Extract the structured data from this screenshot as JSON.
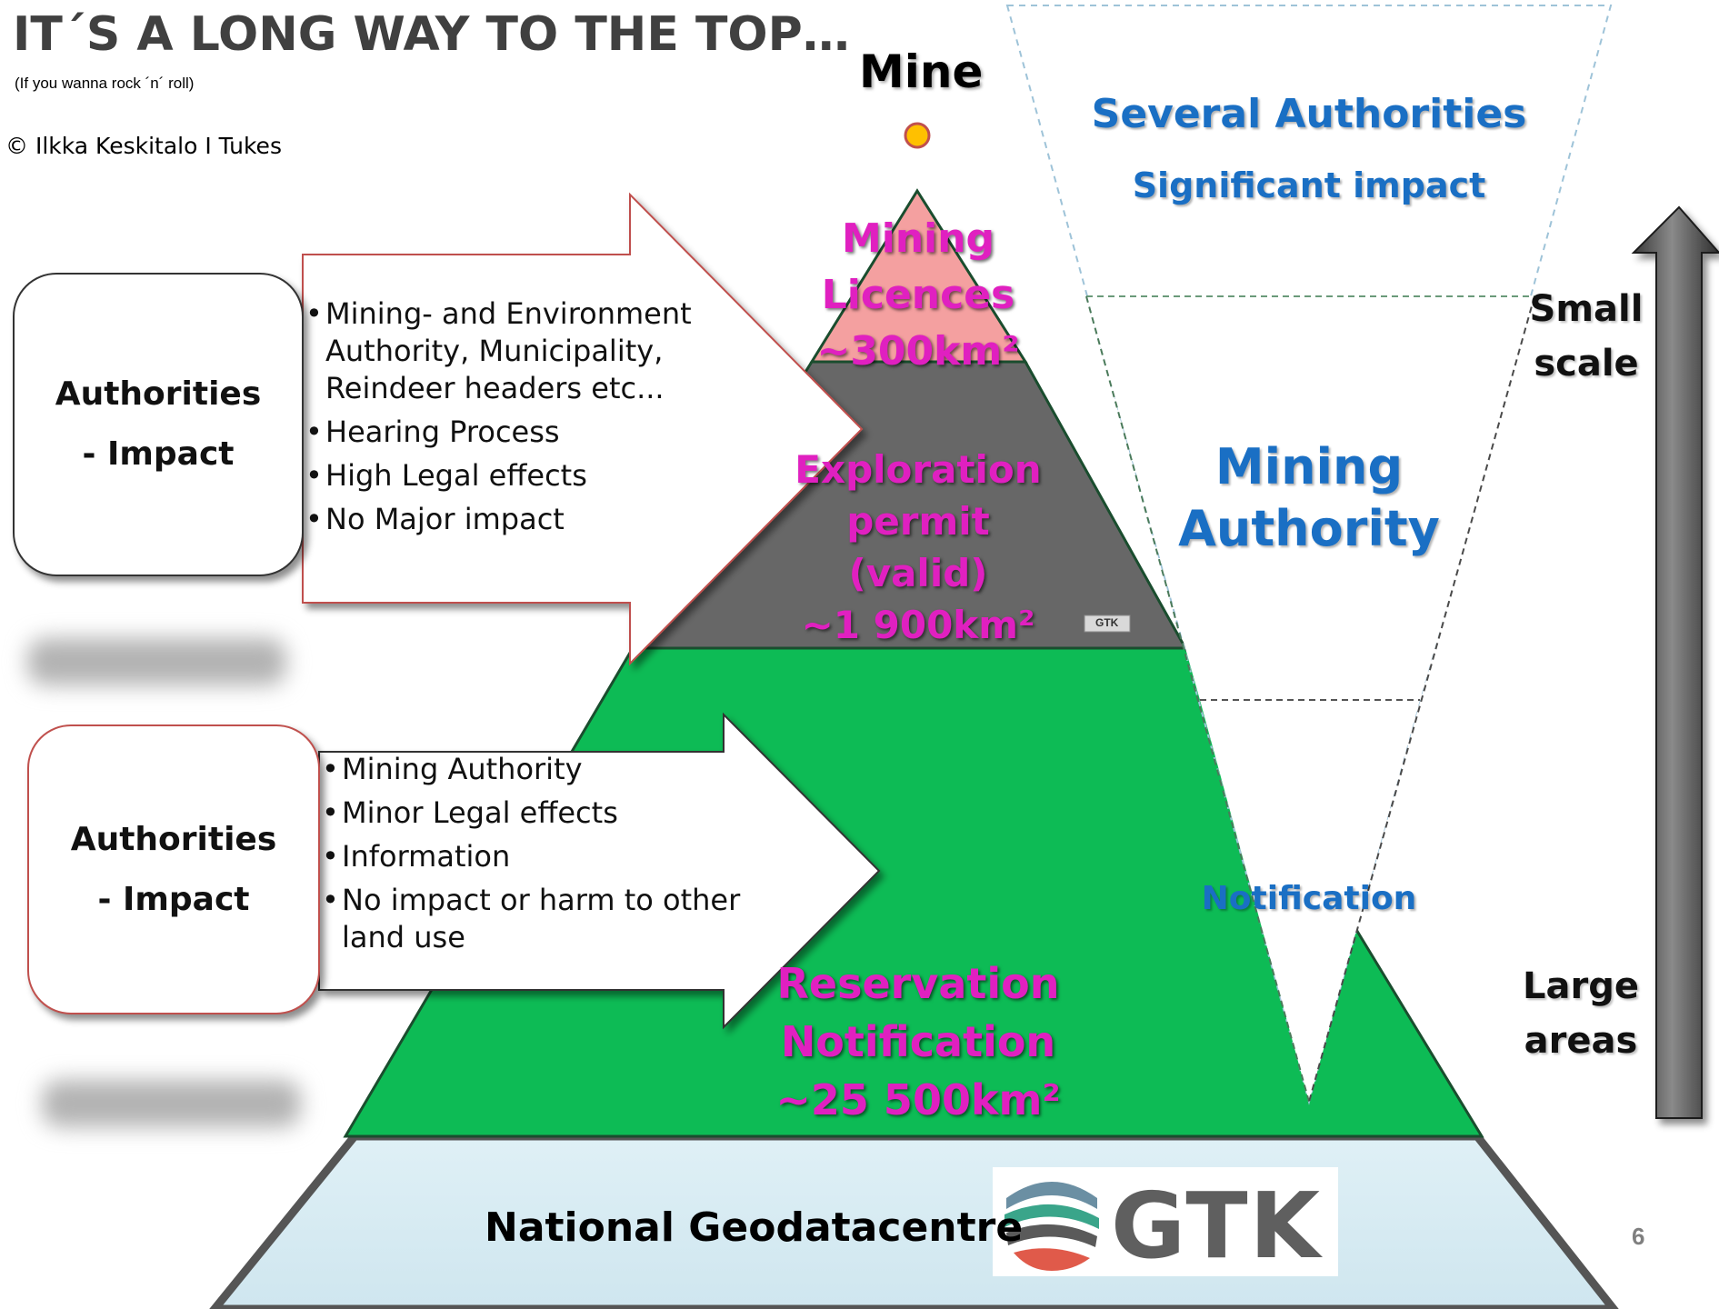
{
  "header": {
    "title": "IT´S A LONG WAY TO THE TOP…",
    "subtitle": "(If you wanna rock ´n´ roll)",
    "copyright": "©  Ilkka Keskitalo I Tukes"
  },
  "pyramid": {
    "apex_label": "Mine",
    "tiers": [
      {
        "lines": [
          "Mining",
          "Licences",
          "~300km²"
        ],
        "color": "#f4a0a0"
      },
      {
        "lines": [
          "Exploration",
          "permit",
          "(valid)",
          "~1 900km²"
        ],
        "color": "#666666"
      },
      {
        "lines": [
          "Reservation",
          "Notification",
          "~25 500km²"
        ],
        "color": "#0dbb55"
      }
    ],
    "base_label": "National Geodatacentre",
    "base_color": "#d6ecf3",
    "small_logo_text": "GTK"
  },
  "logo": {
    "text": "GTK"
  },
  "authority_boxes": [
    {
      "heading": "Authorities",
      "subheading": "- Impact",
      "bullets": [
        "Mining- and Environment Authority, Municipality, Reindeer headers etc...",
        "Hearing Process",
        "High Legal effects",
        "No Major impact"
      ]
    },
    {
      "heading": "Authorities",
      "subheading": "- Impact",
      "bullets": [
        "Mining Authority",
        "Minor Legal effects",
        "Information",
        "No impact or harm to other land use"
      ]
    }
  ],
  "funnel": {
    "top_line1": "Several Authorities",
    "top_line2": "Significant impact",
    "middle_line1": "Mining",
    "middle_line2": "Authority",
    "bottom": "Notification",
    "text_color": "#1a6fc4"
  },
  "scale": {
    "top_line1": "Small",
    "top_line2": "scale",
    "bottom_line1": "Large",
    "bottom_line2": "areas"
  },
  "page_number": "6"
}
